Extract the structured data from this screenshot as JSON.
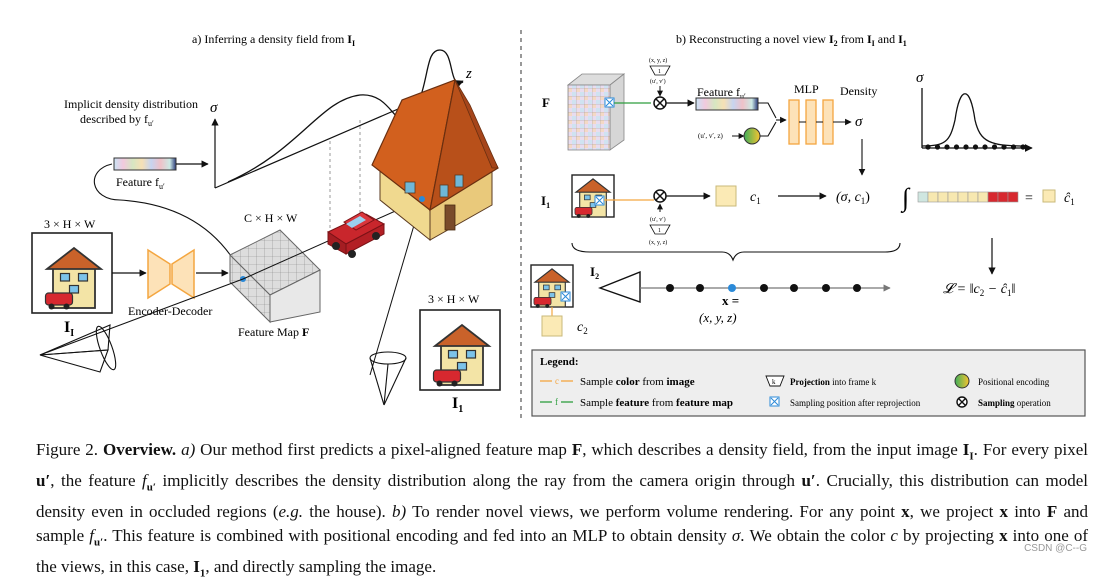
{
  "panel_a": {
    "title": "a) Inferring a density field from ",
    "title_sym": "I",
    "title_sub": "I",
    "implicit_label_1": "Implicit density distribution",
    "implicit_label_2": "described by f",
    "implicit_sub": "u′",
    "sigma": "σ",
    "z": "z",
    "feature_label": "Feature f",
    "feature_sub": "u′",
    "input_dims": "3 × H × W",
    "input_name": "I",
    "input_sub": "I",
    "encdec_label": "Encoder-Decoder",
    "featmap_dims": "C × H × W",
    "featmap_label": "Feature Map ",
    "featmap_sym": "F",
    "output_dims": "3 × H × W",
    "output_name": "I",
    "output_sub": "1"
  },
  "panel_b": {
    "title": "b) Reconstructing a novel view ",
    "title_i2": "I",
    "title_i2_sub": "2",
    "title_from": " from ",
    "title_ia": "I",
    "title_ia_sub": "I",
    "title_and": " and ",
    "title_i1": "I",
    "title_i1_sub": "1",
    "F": "F",
    "proj_top": "(x, y, z)",
    "proj_top2": "(u′, v′)",
    "proj_k": "1",
    "feature_label": "Feature f",
    "feature_sub": "u′",
    "mlp": "MLP",
    "density": "Density",
    "sigma": "σ",
    "posenc_input": "(u′, v′, z)",
    "I1": "I",
    "I1_sub": "1",
    "c1": "c",
    "c1_sub": "1",
    "sigma_c1": "(σ, c",
    "sigma_c1_sub": "1",
    "sigma_c1_end": ")",
    "proj_bot": "(u′, v′)",
    "proj_bot2": "(x, y, z)",
    "proj_k2": "1",
    "c1hat": "ĉ",
    "c1hat_sub": "1",
    "I2": "I",
    "I2_sub": "2",
    "x_label": "x =",
    "x_coord": "(x, y, z)",
    "c2": "c",
    "c2_sub": "2",
    "loss": "𝓛 = ‖c",
    "loss_sub2": "2",
    "loss_mid": " − ĉ",
    "loss_sub1": "1",
    "loss_end": "‖",
    "sigma_plot": "σ"
  },
  "legend": {
    "title": "Legend:",
    "c_mark": "c",
    "c_text": "Sample ",
    "c_bold": "color",
    "c_text2": " from ",
    "c_bold2": "image",
    "f_mark": "f",
    "f_text": "Sample ",
    "f_bold": "feature",
    "f_text2": " from ",
    "f_bold2": "feature map",
    "k": "k",
    "proj_bold": "Projection",
    "proj_text": " into frame k",
    "samp_bold": "Sampling position",
    "samp_text": " after reprojection",
    "posenc": "Positional encoding",
    "sampop_bold": "Sampling",
    "sampop_text": " operation"
  },
  "caption": {
    "fig": "Figure 2.",
    "title": "Overview.",
    "p1": "a)",
    "t1": " Our method first predicts a pixel-aligned feature map ",
    "F": "F",
    "t2": ", which describes a density field, from the input image ",
    "I": "I",
    "I_sub": "I",
    "t3": ". For every pixel ",
    "u": "u′",
    "t4": ", the feature ",
    "f": "f",
    "f_sub": "u′",
    "t5": " implicitly describes the density distribution along the ray from the camera origin through ",
    "u2": "u′",
    "t6": ". Crucially, this distribution can model density even in occluded regions (",
    "eg": "e.g.",
    "t7": " the house). ",
    "p2": "b)",
    "t8": " To render novel views, we perform volume rendering. For any point ",
    "x": "x",
    "t9": ", we project ",
    "x2": "x",
    "t10": " into ",
    "F2": "F",
    "t11": " and sample ",
    "f2": "f",
    "f2_sub": "u′",
    "t12": ". This feature is combined with positional encoding and fed into an MLP to obtain density ",
    "sigma": "σ",
    "t13": ". We obtain the color ",
    "c": "c",
    "t14": " by projecting ",
    "x3": "x",
    "t15": " into one of the views, in this case, ",
    "I1": "I",
    "I1_sub": "1",
    "t16": ", and directly sampling the image."
  },
  "watermark": "CSDN @C--G",
  "colors": {
    "orange": "#f4a640",
    "light_orange": "#fde2b8",
    "cream": "#fbeab5",
    "green": "#2e9e3f",
    "blue": "#2b8ad8",
    "red": "#d7282f",
    "roof": "#d2601e",
    "wall": "#f3e4a6"
  }
}
